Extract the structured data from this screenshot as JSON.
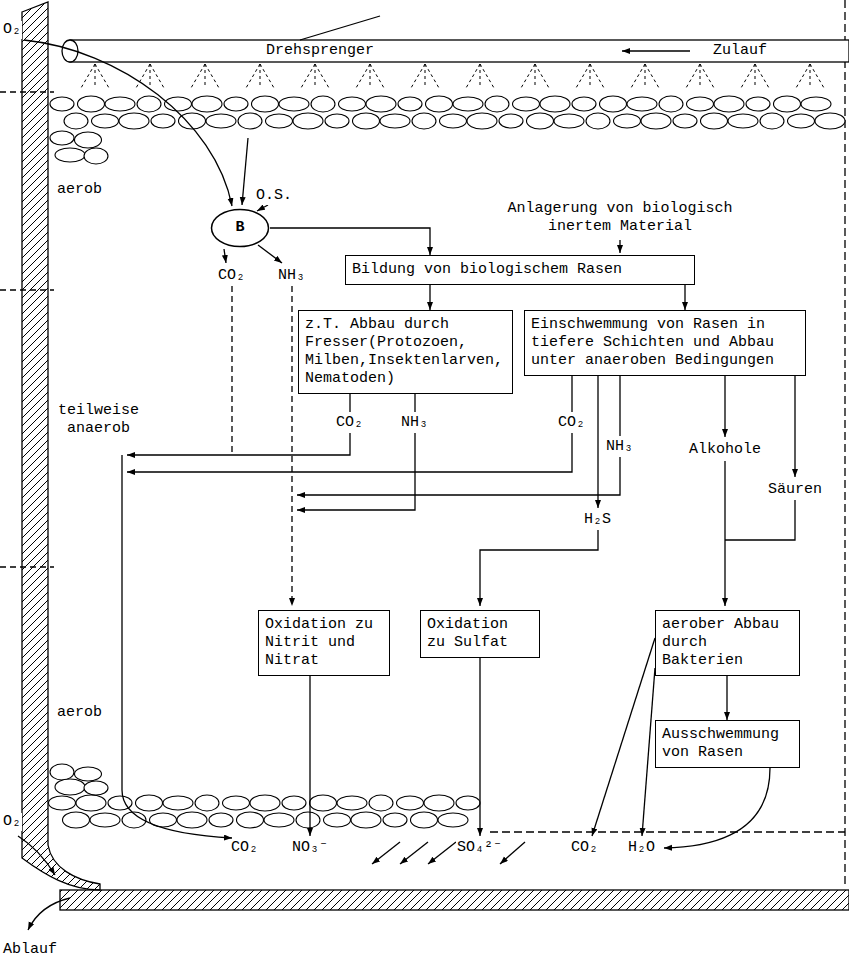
{
  "diagram": {
    "nodes": [
      {
        "text": [
          "B"
        ]
      },
      {
        "text": [
          "Bildung von biologischem Rasen"
        ]
      },
      {
        "text": [
          "z.T. Abbau durch Fresser(Protozoen, Milben,Insektenlarven, Nematoden)"
        ]
      },
      {
        "text": [
          "Einschwemmung von Rasen in tiefere Schichten und Abbau unter anaeroben Bedingungen"
        ]
      },
      {
        "text": [
          "Oxidation zu Nitrit und Nitrat"
        ]
      },
      {
        "text": [
          "Oxidation zu Sulfat"
        ]
      },
      {
        "text": [
          "aerober Abbau durch Bakterien"
        ]
      },
      {
        "text": [
          "Ausschwemmung von Rasen"
        ]
      }
    ],
    "edges": [
      {
        "from": 0,
        "to": 1,
        "arrow": "to"
      },
      {
        "from": 1,
        "to": 2,
        "arrow": "to"
      },
      {
        "from": 1,
        "to": 3,
        "arrow": "to"
      },
      {
        "from": 6,
        "to": 7,
        "arrow": "to"
      }
    ],
    "labels": [
      "O₂",
      "Drehsprenger",
      "Zulauf",
      "Anlagerung von biologisch inertem Material",
      "O.S.",
      "aerob",
      "CO₂",
      "NH₃",
      "teilweise anaerob",
      "CO₂",
      "NH₃",
      "CO₂",
      "NH₃",
      "H₂S",
      "Alkohole",
      "Säuren",
      "aerob",
      "O₂",
      "Ablauf",
      "CO₂",
      "NO₃⁻",
      "SO₄²⁻",
      "CO₂",
      "H₂O"
    ]
  }
}
